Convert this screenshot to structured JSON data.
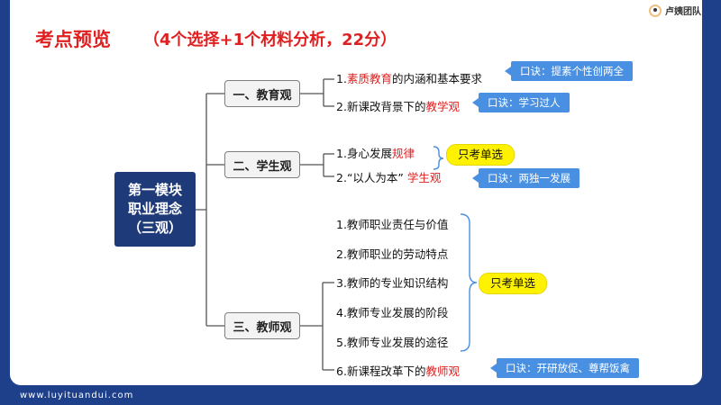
{
  "header": {
    "title": "考点预览",
    "subtitle": "（4个选择+1个材料分析，22分）",
    "logo_text": "卢姨团队"
  },
  "root": {
    "lines": [
      "第一模块",
      "职业理念",
      "（三观）"
    ]
  },
  "branches": [
    {
      "label": "一、教育观",
      "items": [
        {
          "num": "1.",
          "highlight": "素质教育",
          "rest": "的内涵和基本要求",
          "note": "口诀：提素个性创两全"
        },
        {
          "num": "2.",
          "prefix": "新课改背景下的",
          "highlight": "教学观",
          "note": "口诀：学习过人"
        }
      ]
    },
    {
      "label": "二、学生观",
      "items": [
        {
          "num": "1.",
          "prefix": "身心发展",
          "highlight": "规律"
        },
        {
          "num": "2.",
          "prefix": "“以人为本”",
          "highlight": "学生观",
          "note": "口诀：两独一发展"
        }
      ],
      "pill": "只考单选"
    },
    {
      "label": "三、教师观",
      "items": [
        {
          "text": "1.教师职业责任与价值"
        },
        {
          "text": "2.教师职业的劳动特点"
        },
        {
          "text": "3.教师的专业知识结构"
        },
        {
          "text": "4.教师专业发展的阶段"
        },
        {
          "text": "5.教师专业发展的途径"
        },
        {
          "num": "6.",
          "prefix": "新课程改革下的",
          "highlight": "教师观",
          "note": "口诀：开研放促、尊帮饭禽"
        }
      ],
      "pill": "只考单选"
    }
  ],
  "footer": {
    "url": "www.luyituandui.com"
  },
  "colors": {
    "frame": "#1e3f8a",
    "root_box": "#1f3a78",
    "accent_red": "#e02020",
    "note_blue": "#4a90e2",
    "pill_yellow": "#fff200"
  }
}
